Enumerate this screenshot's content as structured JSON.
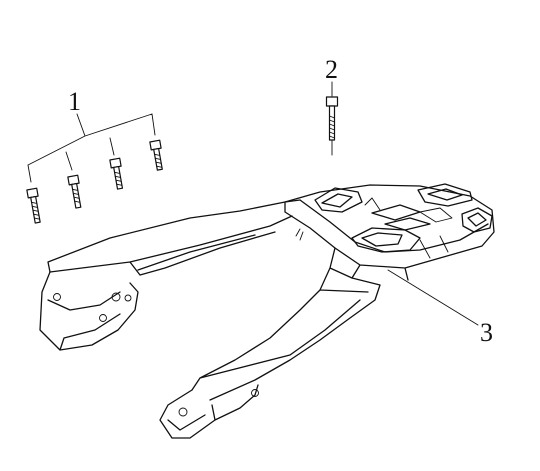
{
  "callouts": [
    {
      "id": "1",
      "label": "1"
    },
    {
      "id": "2",
      "label": "2"
    },
    {
      "id": "3",
      "label": "3"
    }
  ],
  "colors": {
    "ink": "#111111",
    "background": "#ffffff"
  }
}
